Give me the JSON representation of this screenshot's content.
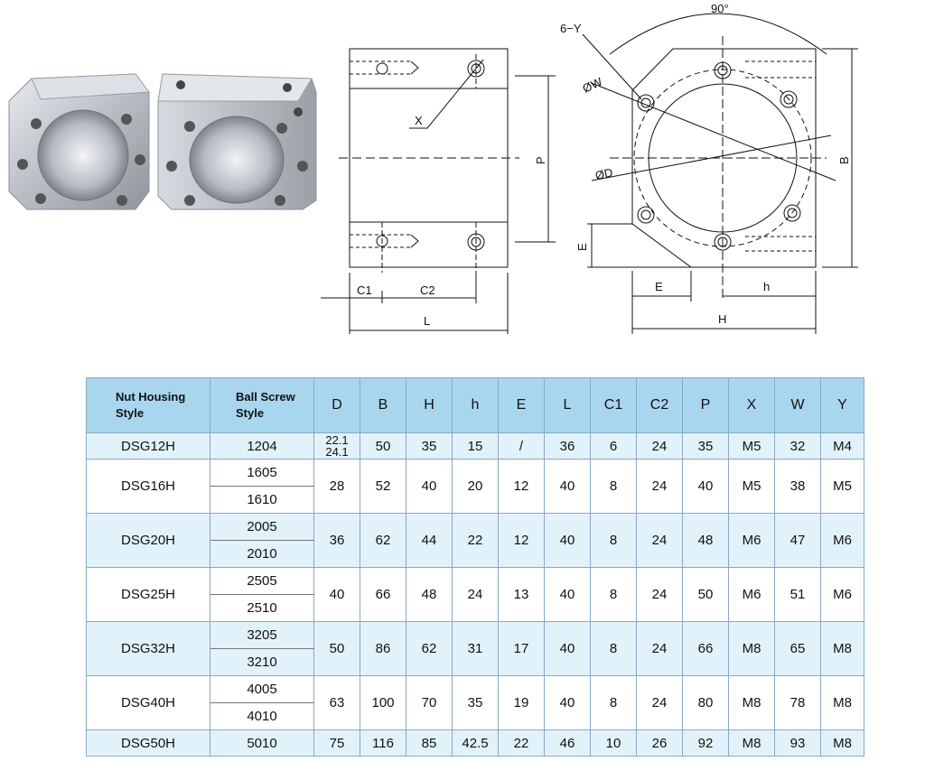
{
  "drawing": {
    "label_x": "X",
    "label_p": "P",
    "label_c1": "C1",
    "label_c2": "C2",
    "label_l": "L",
    "label_angle": "90°",
    "label_6y": "6−Y",
    "label_w": "ØW",
    "label_d": "ØD",
    "label_b": "B",
    "label_e_vert": "E",
    "label_e_horz": "E",
    "label_h_small": "h",
    "label_h_big": "H"
  },
  "table": {
    "headers": {
      "style_line1": "Nut Housing",
      "style_line2": "Style",
      "screw_line1": "Ball Screw",
      "screw_line2": "Style",
      "cols": [
        "D",
        "B",
        "H",
        "h",
        "E",
        "L",
        "C1",
        "C2",
        "P",
        "X",
        "W",
        "Y"
      ]
    },
    "rows": [
      {
        "style": "DSG12H",
        "screws": [
          "1204"
        ],
        "d_line1": "22.1",
        "d_line2": "24.1",
        "vals": [
          "50",
          "35",
          "15",
          "/",
          "36",
          "6",
          "24",
          "35",
          "M5",
          "32",
          "M4"
        ]
      },
      {
        "style": "DSG16H",
        "screws": [
          "1605",
          "1610"
        ],
        "d": "28",
        "vals": [
          "52",
          "40",
          "20",
          "12",
          "40",
          "8",
          "24",
          "40",
          "M5",
          "38",
          "M5"
        ]
      },
      {
        "style": "DSG20H",
        "screws": [
          "2005",
          "2010"
        ],
        "d": "36",
        "vals": [
          "62",
          "44",
          "22",
          "12",
          "40",
          "8",
          "24",
          "48",
          "M6",
          "47",
          "M6"
        ]
      },
      {
        "style": "DSG25H",
        "screws": [
          "2505",
          "2510"
        ],
        "d": "40",
        "vals": [
          "66",
          "48",
          "24",
          "13",
          "40",
          "8",
          "24",
          "50",
          "M6",
          "51",
          "M6"
        ]
      },
      {
        "style": "DSG32H",
        "screws": [
          "3205",
          "3210"
        ],
        "d": "50",
        "vals": [
          "86",
          "62",
          "31",
          "17",
          "40",
          "8",
          "24",
          "66",
          "M8",
          "65",
          "M8"
        ]
      },
      {
        "style": "DSG40H",
        "screws": [
          "4005",
          "4010"
        ],
        "d": "63",
        "vals": [
          "100",
          "70",
          "35",
          "19",
          "40",
          "8",
          "24",
          "80",
          "M8",
          "78",
          "M8"
        ]
      },
      {
        "style": "DSG50H",
        "screws": [
          "5010"
        ],
        "d": "75",
        "vals": [
          "116",
          "85",
          "42.5",
          "22",
          "46",
          "10",
          "26",
          "92",
          "M8",
          "93",
          "M8"
        ]
      }
    ]
  }
}
